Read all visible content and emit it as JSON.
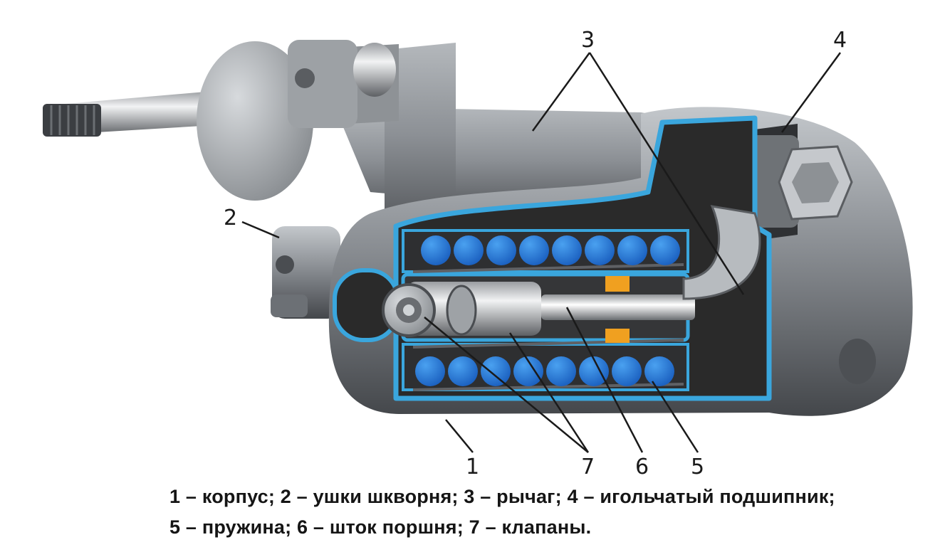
{
  "callouts": [
    {
      "number": "1"
    },
    {
      "number": "2"
    },
    {
      "number": "3"
    },
    {
      "number": "4"
    },
    {
      "number": "5"
    },
    {
      "number": "6"
    },
    {
      "number": "7"
    }
  ],
  "legend": {
    "line1": "1 – корпус; 2 – ушки шкворня; 3 – рычаг; 4 – игольчатый подшипник;",
    "line2": "5 – пружина; 6 – шток поршня; 7 – клапаны."
  },
  "colors": {
    "housing": "#7d8186",
    "housing_light": "#b9bdc1",
    "housing_dark": "#3c3f43",
    "cutaway_fill": "#2a2a2a",
    "cutaway_outline": "#3aa6dd",
    "spring_coil": "#1f6fd0",
    "valve_insert": "#f0a020"
  }
}
